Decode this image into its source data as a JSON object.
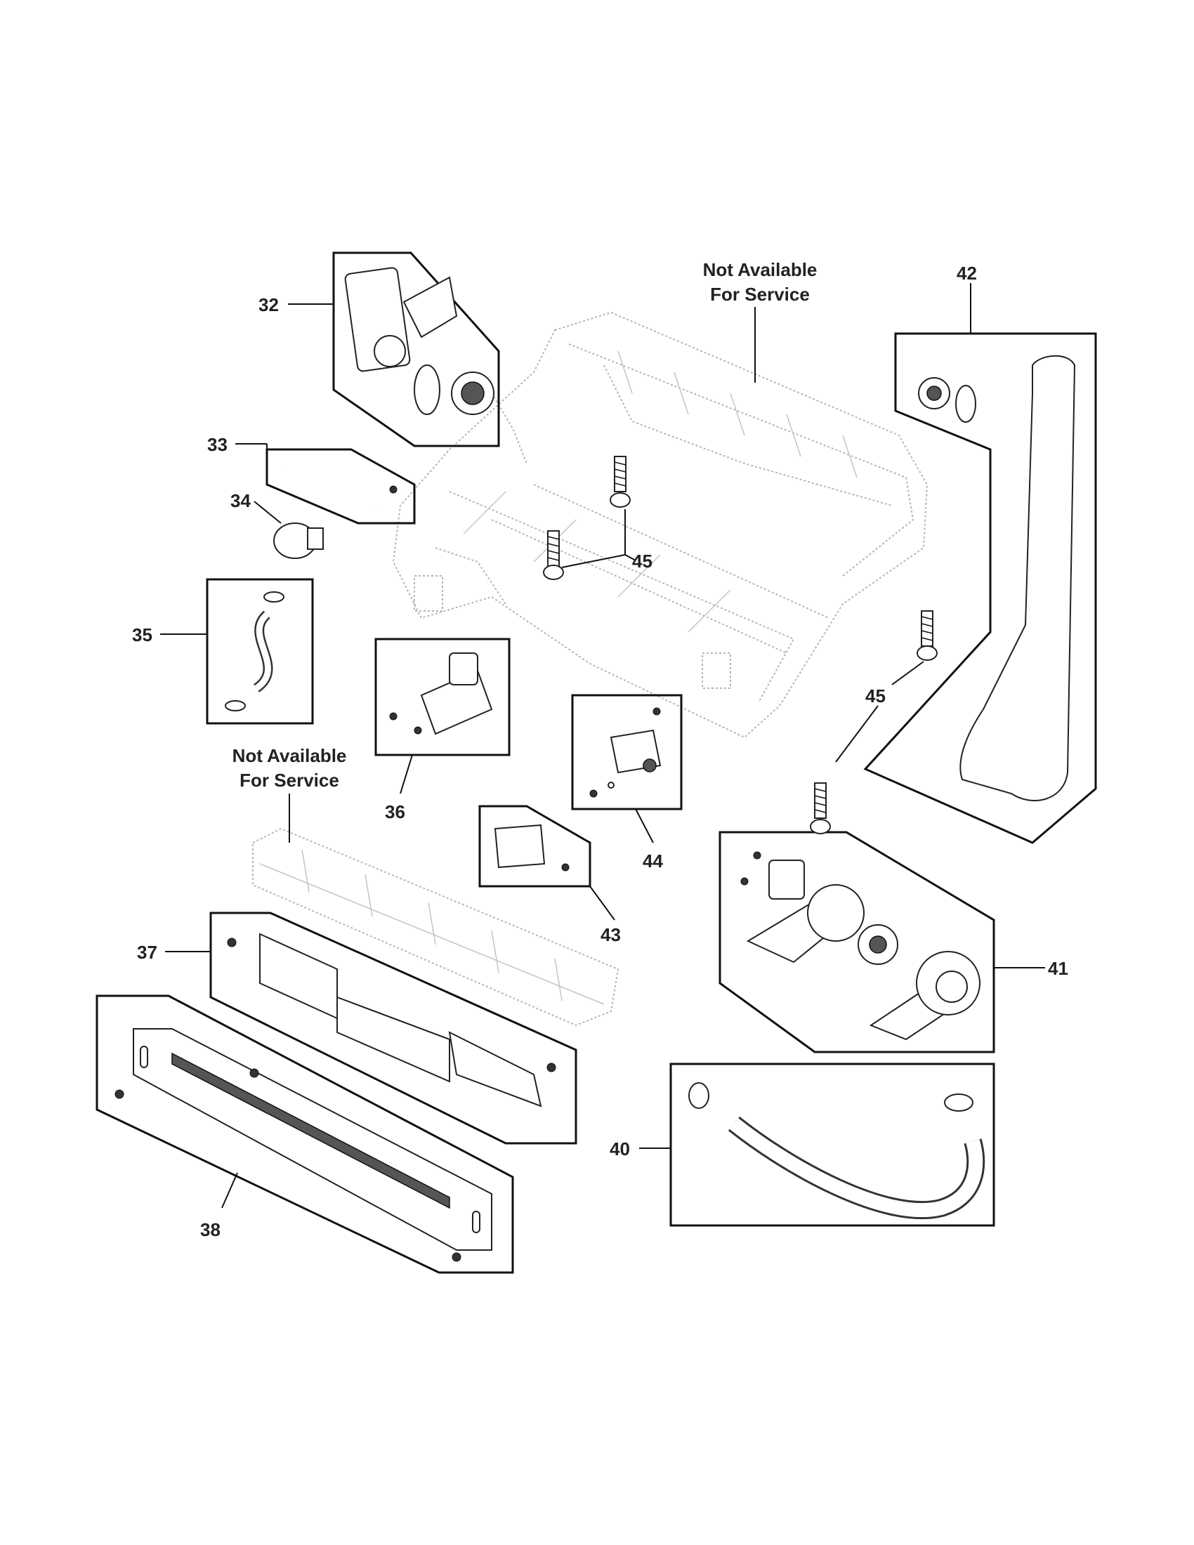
{
  "callouts": {
    "c32": "32",
    "c33": "33",
    "c34": "34",
    "c35": "35",
    "c36": "36",
    "c37": "37",
    "c38": "38",
    "c40": "40",
    "c41": "41",
    "c42": "42",
    "c43": "43",
    "c44": "44",
    "c45a": "45",
    "c45b": "45"
  },
  "notes": {
    "top_line1": "Not Available",
    "top_line2": "For Service",
    "left_line1": "Not Available",
    "left_line2": "For Service"
  }
}
